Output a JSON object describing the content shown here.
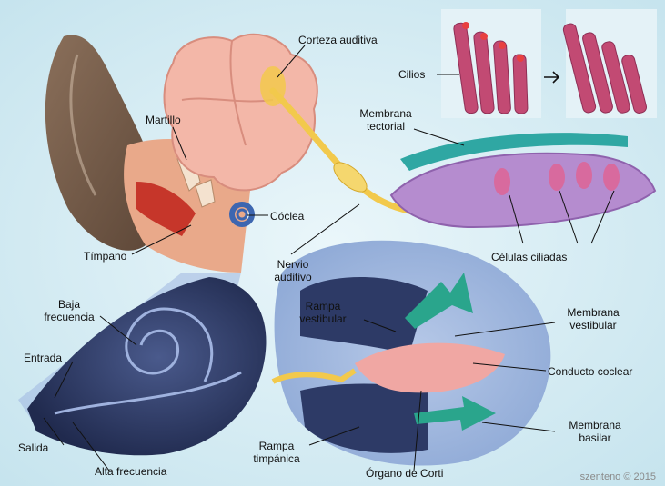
{
  "labels": {
    "martillo": "Martillo",
    "timpano": "Tímpano",
    "coclea": "Cóclea",
    "corteza": "Corteza auditiva",
    "cilios": "Cilios",
    "membrana_tectorial": "Membrana\ntectorial",
    "celulas_ciliadas": "Células ciliadas",
    "nervio_auditivo": "Nervio\nauditivo",
    "baja_frecuencia": "Baja\nfrecuencia",
    "entrada": "Entrada",
    "salida": "Salida",
    "alta_frecuencia": "Alta frecuencia",
    "rampa_vestibular": "Rampa\nvestibular",
    "membrana_vestibular": "Membrana\nvestibular",
    "conducto_coclear": "Conducto coclear",
    "membrana_basilar": "Membrana\nbasilar",
    "rampa_timpanica": "Rampa\ntimpánica",
    "organo_corti": "Órgano de Corti"
  },
  "credit": "szenteno © 2015",
  "colors": {
    "background": "#d6ecf3",
    "brain": "#f3b7a8",
    "nerve": "#f2c94c",
    "cilia": "#c24a73",
    "cochlea_dark": "#2d3a66",
    "arrow": "#2aa58c"
  }
}
